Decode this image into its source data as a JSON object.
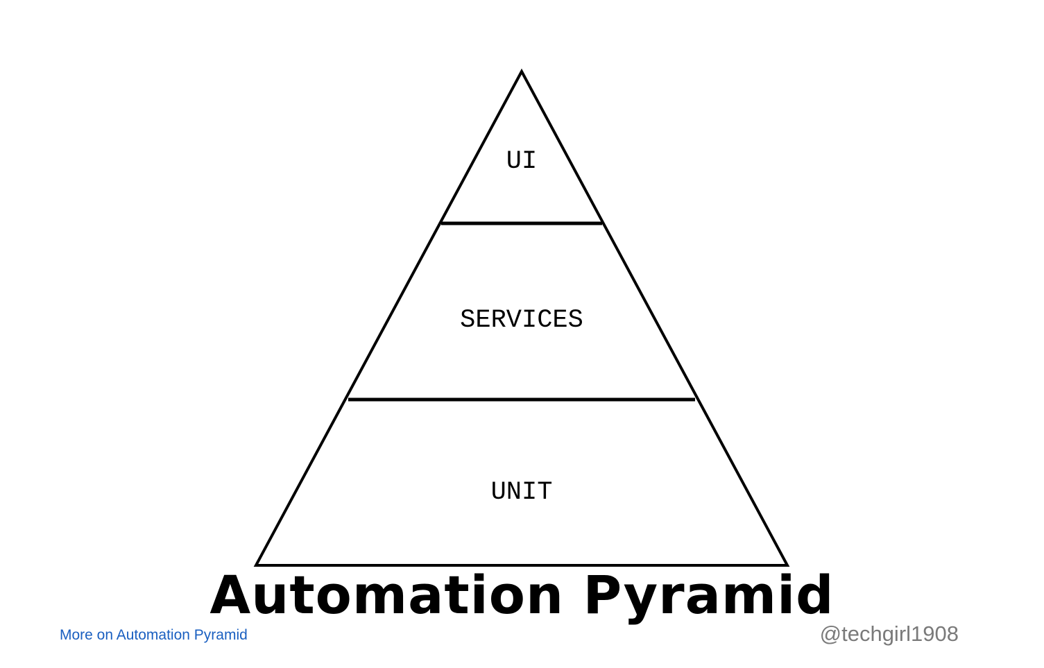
{
  "diagram": {
    "tiers": [
      {
        "label": "UI"
      },
      {
        "label": "SERVICES"
      },
      {
        "label": "UNIT"
      }
    ],
    "title": "Automation Pyramid",
    "stroke_color": "#000000"
  },
  "footer": {
    "link_text": "More on Automation Pyramid",
    "link_color": "#1a5fc0",
    "handle": "@techgirl1908",
    "handle_color": "#7a7a7a"
  }
}
